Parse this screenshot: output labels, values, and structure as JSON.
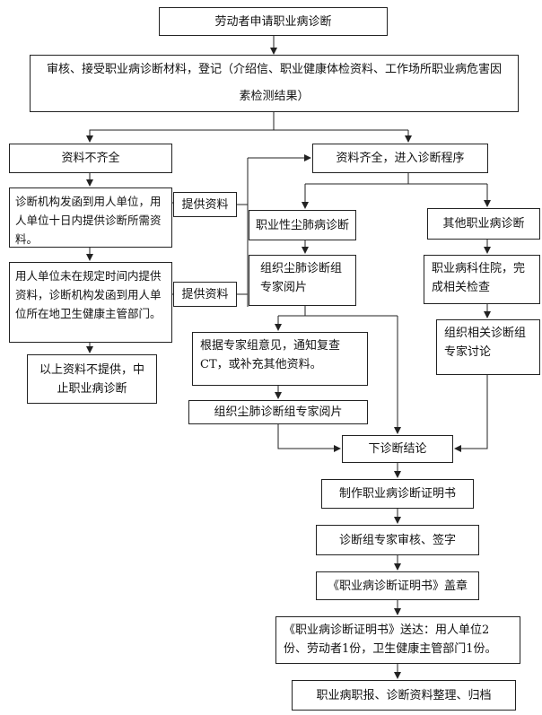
{
  "flowchart": {
    "start": "劳动者申请职业病诊断",
    "review": "审核、接受职业病诊断材料，登记（介绍信、职业健康体检资料、工作场所职业病危害因素检测结果）",
    "incomplete": "资料不齐全",
    "complete": "资料齐全，进入诊断程序",
    "notify_employer": "诊断机构发函到用人单位，用人单位十日内提供诊断所需资料。",
    "provide_1": "提供资料",
    "provide_2": "提供资料",
    "employer_overdue": "用人单位未在规定时间内提供资料，诊断机构发函到用人单位所在地卫生健康主管部门。",
    "terminate": "以上资料不提供，中止职业病诊断",
    "pneumo": "职业性尘肺病诊断",
    "other": "其他职业病诊断",
    "pneumo_panel": "组织尘肺诊断组专家阅片",
    "hospital": "职业病科住院，完成相关检查",
    "recheck": "根据专家组意见，通知复查CT，或补充其他资料。",
    "pneumo_panel_2": "组织尘肺诊断组专家阅片",
    "discuss": "组织相关诊断组专家讨论",
    "conclusion": "下诊断结论",
    "make_cert": "制作职业病诊断证明书",
    "sign": "诊断组专家审核、签字",
    "stamp": "《职业病诊断证明书》盖章",
    "deliver": "《职业病诊断证明书》送达：用人单位2份、劳动者1份，卫生健康主管部门1份。",
    "archive": "职业病职报、诊断资料整理、归档"
  },
  "colors": {
    "line": "#222222",
    "background": "#ffffff"
  }
}
